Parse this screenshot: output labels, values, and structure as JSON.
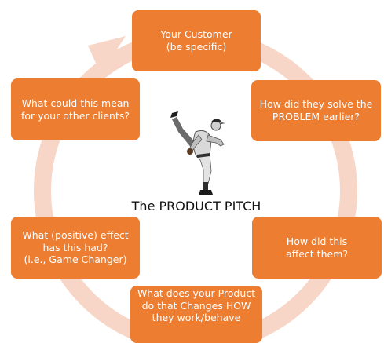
{
  "colors": {
    "box_fill": "#ed7d31",
    "box_text": "#ffffff",
    "ring": "#f8d6c7",
    "title": "#111111"
  },
  "title": "The PRODUCT PITCH",
  "illustration": "baseball-pitcher",
  "steps": [
    {
      "id": "customer",
      "text": "Your Customer\n(be specific)"
    },
    {
      "id": "solve",
      "text": "How did they solve the\nPROBLEM earlier?"
    },
    {
      "id": "affect",
      "text": "How did this\naffect them?"
    },
    {
      "id": "product",
      "text": "What does your Product\ndo that Changes HOW\nthey work/behave"
    },
    {
      "id": "effect",
      "text": "What (positive) effect\nhas this had?\n(i.e., Game Changer)"
    },
    {
      "id": "mean",
      "text": "What could this mean\nfor your other clients?"
    }
  ]
}
